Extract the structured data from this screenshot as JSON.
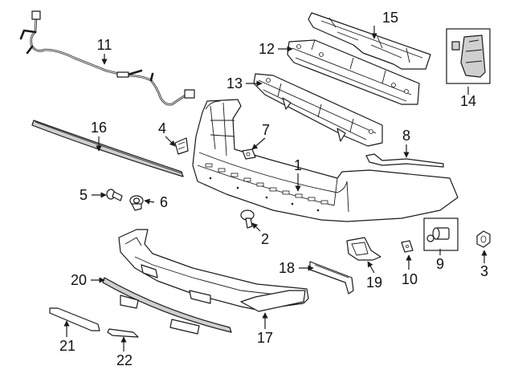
{
  "callouts": {
    "p1": "1",
    "p2": "2",
    "p3": "3",
    "p4": "4",
    "p5": "5",
    "p6": "6",
    "p7": "7",
    "p8": "8",
    "p9": "9",
    "p10": "10",
    "p11": "11",
    "p12": "12",
    "p13": "13",
    "p14": "14",
    "p15": "15",
    "p16": "16",
    "p17": "17",
    "p18": "18",
    "p19": "19",
    "p20": "20",
    "p21": "21",
    "p22": "22"
  }
}
